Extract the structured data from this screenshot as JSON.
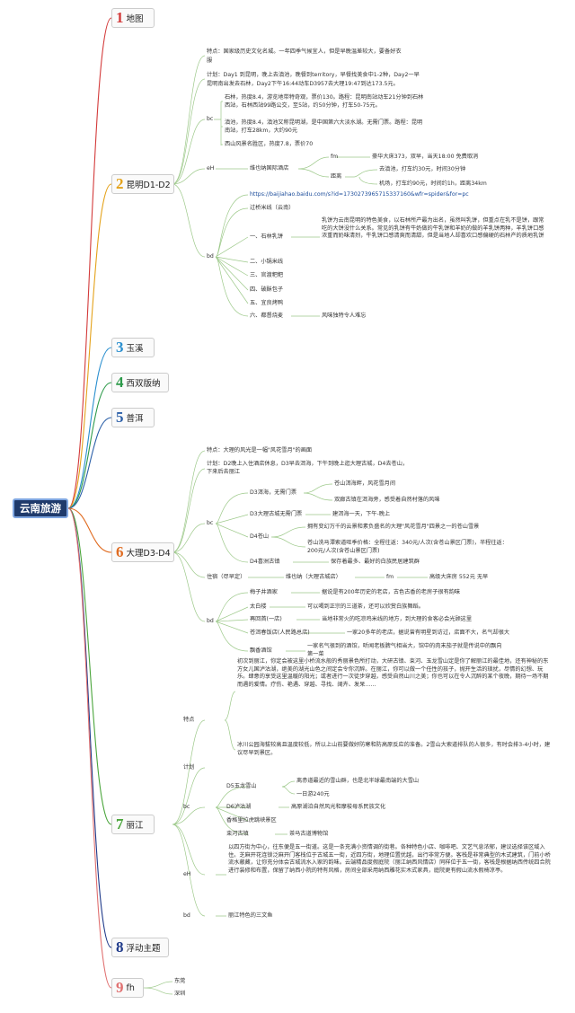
{
  "root": "云南旅游",
  "colors": {
    "root_bg": "#1f3a6b",
    "c_ditu": "#d33a3a",
    "c_kunming": "#e4a21a",
    "c_yuxi": "#2a8fcf",
    "c_xishuang": "#2d9a4a",
    "c_puer": "#2b5fa8",
    "c_dali": "#e06b20",
    "c_lijiang": "#4aa53b",
    "c_fudong": "#1f3a8a",
    "c_fh": "#e07070"
  },
  "topics": {
    "ditu": {
      "num": "1",
      "label": "地图"
    },
    "kunming": {
      "num": "2",
      "label": "昆明D1-D2"
    },
    "yuxi": {
      "num": "3",
      "label": "玉溪"
    },
    "xishuang": {
      "num": "4",
      "label": "西双版纳"
    },
    "puer": {
      "num": "5",
      "label": "普洱"
    },
    "dali": {
      "num": "6",
      "label": "大理D3-D4"
    },
    "lijiang": {
      "num": "7",
      "label": "丽江"
    },
    "fudong": {
      "num": "8",
      "label": "浮动主题"
    },
    "fh": {
      "num": "9",
      "label": "fh"
    }
  },
  "kunming": {
    "tedian_1": "特点：国家级历史文化名城。一年四季气候宜人，但是早晚温差较大，要备好衣",
    "tedian_2": "服",
    "jihua_1": "计划：Day1 到昆明，晚上去滇池，晚餐到territory，早餐找美食中1-2种，Day2一早",
    "jihua_2": "昆明南出发去石林，Day2下午16:44动车D3957去大理19:47到达173.5元。",
    "bc": "bc",
    "shilin_1": "石林，热度8.4，游览地带特奇观，票价130。路程：昆明南站动车21分钟到石林",
    "shilin_2": "西站，石林西站99路公交，至5站，约50分钟，打车50-75元。",
    "dianchi_1": "滇池，热度8.4，滇池又称昆明湖，是中国第六大淡水湖。无需门票。路程：昆明",
    "dianchi_2": "南站，打车28km，大约90元",
    "xishan": "西山风景名胜区，热度7.8，票价70",
    "eh": "eH",
    "hotel": "维也纳国际酒店",
    "fm": "fm",
    "fm_detail": "豪华大床373，双早，当天18:00 免费取消",
    "juli": "距离",
    "juli_1": "去滇池，打车约30元，时间30分钟",
    "juli_2": "机场，打车约90元，时间约1h，距离34km",
    "bd": "bd",
    "url": "https://baijiahao.baidu.com/s?id=1730273965715337160&wfr=spider&for=pc",
    "guoqiao": "过桥米线（云南）",
    "rubing_title": "一、石林乳饼",
    "rubing_desc": "乳饼为云南昆明的特色美食，以石林所产最为出名，虽然叫乳饼，但重点在乳不是饼，跟常吃的大饼没什么关系。常见的乳饼有牛奶做的牛乳饼和羊奶的做的羊乳饼两种，羊乳饼口感浓重而奶味清烈，牛乳饼口感清爽而清甜，但是当地人却喜欢口感偏硬的石林产的质地乳饼",
    "food_2": "二、小锅米线",
    "food_3": "三、官渡粑粑",
    "food_4": "四、破酥包子",
    "food_5": "五、宜良烤鸭",
    "food_6": "六、都督烧麦",
    "food_6_note": "风味独特令人难忘"
  },
  "dali": {
    "tedian": "特点：大理的风光是一幅\"风花雪月\"的画面",
    "jihua_1": "计划：D2晚上入住酒店休息，D3早去洱海，下午到晚上逛大理古城，D4去苍山，",
    "jihua_2": "下来后去丽江",
    "bc": "bc",
    "erhai": "D3洱海，无需门票",
    "erhai_1": "苍山洱海畔，风花雪月间",
    "erhai_2": "双廊古镇在洱海旁，感受着自然村落的风味",
    "gucheng": "D3大理古城无需门票",
    "gucheng_note": "建洱海一天，下午-晚上",
    "cangshan": "D4苍山",
    "cangshan_1": "拥有变幻万千的云景和素负盛名的大理\"风花雪月\"四景之一的苍山雪景",
    "cangshan_2a": "苍山洗马潭索道旺季价格：全程往返：340元/人次(含苍山景区门票)，半程往返：",
    "cangshan_2b": "200元/人次(含苍山景区门票)",
    "xizhou": "D4喜洲古镇",
    "xizhou_note": "保存着最多、最好的白族民居建筑群",
    "zhusu": "住宿（尽早定）",
    "hotel": "维也纳（大理古城店）",
    "fm": "fm",
    "fm_detail": "高级大床房 552元 无早",
    "bd": "bd",
    "f1": "梅子井酒家",
    "f1_note": "据说是有200年历史的老店，古色古香的老房子很有韵味",
    "f2": "太白楼",
    "f2_note": "可以喝到正宗的三道茶，还可以欣赏白族舞蹈。",
    "f3": "再回首(一店)",
    "f3_note": "当地非常火的吃凉鸡米线的地方，到大理的食客必会光顾这里",
    "f4": "苍洱春饭店(人民路总店)",
    "f4_note": "一家20多年的老店，据说曾有明星到访过，店面不大，名气却很大",
    "f5": "飘香酒馆",
    "f5_note_1": "一家名气很到的酒馆，听闻老板脾气相当大，馆中的肉末茄子就是传说中的飘向",
    "f5_note_2": "第一菜"
  },
  "lijiang": {
    "tedian": "特点",
    "tedian_desc": "初次到丽江，你定会被这里小桥流水般的秀丽景色所打动，大研古镇、束河、玉龙雪山定是你了解丽江的最佳地，还有神秘的东方女儿国泸沽湖，绝美的湖光山色之间定会令你沉醉。在丽江，你可以做一个任性的孩子，抛开生活的琐扰，尽情的幻想、玩乐。肆意的享受这里温暖的阳光；或者进行一次徒步穿越，感受自然山川之美；你也可以在令人沉醉的某个夜晚，期待一场不期而遇的爱情。疗伤、艳遇、穿越、寻找、阔卉、发呆……",
    "tedian_desc_2": "冰川公园海拔较高且温度较低，所以上山前要做好防寒和防高原反应的准备。2雪山大索道排队的人很多，有时会排3-4小时，建议尽早到景区。",
    "jihua": "计划",
    "bc": "bc",
    "yulong": "D5玉龙雪山",
    "yulong_1": "离赤道最近的雪山群，也是北半球最南端的大雪山",
    "yulong_2": "一日游240元",
    "luguhu": "D6泸沽湖",
    "luguhu_note": "高原湖泊自然风光和摩梭母系民族文化",
    "xianggelila": "香格里拉虎跳峡景区",
    "shuhe": "束河古镇",
    "shuhe_note": "茶马古道博物馆",
    "eh": "eH",
    "eh_desc": "以四方街为中心，往东便是五一街道。这是一条充满小资情调的街巷。各种特色小店、咖啡吧、文艺气息浓郁，建议选择该区域入住。芝麻开花连锁泛麻开门客栈位于古城五一街，近四方街，地理位置优越，出行非常方便。客栈是非常典型的木式建筑，门前小桥流水蔽藏，让你充分体会古城流水入家的韵味。云端精品度假庭院（丽江纳西风情店）同样位于五一街，客栈是根据纳西传统四合院进行装修和布置，保留了纳西小院的特有风格，房间全部采用纳西雕花实木式家具，庭院更有假山流水假椅凉亭。",
    "bd": "bd",
    "bd_note": "丽江特色的三文鱼"
  },
  "fh": {
    "item_1": "东莞",
    "item_2": "深圳"
  }
}
